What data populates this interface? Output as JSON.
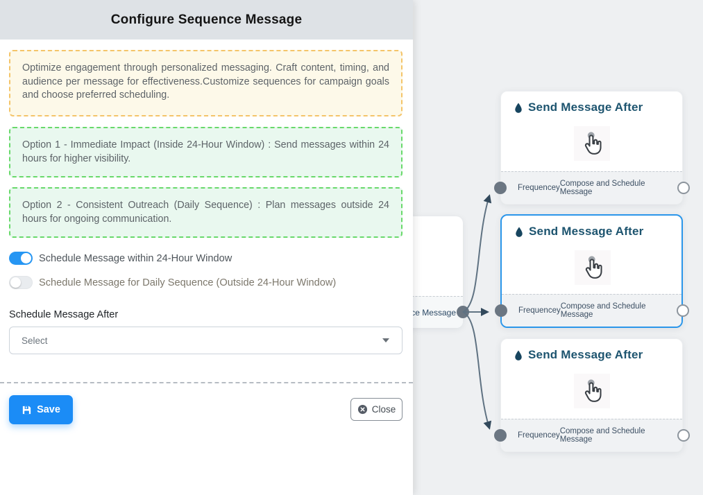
{
  "panel": {
    "title": "Configure Sequence Message",
    "intro_note": "Optimize engagement through personalized messaging. Craft content, timing, and audience per message for effectiveness.Customize sequences for campaign goals and choose preferred scheduling.",
    "option1_note": "Option 1 - Immediate Impact (Inside 24-Hour Window) : Send messages within 24 hours for higher visibility.",
    "option2_note": "Option 2 - Consistent Outreach (Daily Sequence) : Plan messages outside 24 hours for ongoing communication.",
    "toggle_within": {
      "label": "Schedule Message within 24-Hour Window",
      "state": "on"
    },
    "toggle_daily": {
      "label": "Schedule Message for Daily Sequence (Outside 24-Hour Window)",
      "state": "off"
    },
    "schedule_after": {
      "label": "Schedule Message After",
      "selected_value": "Select"
    },
    "save_label": "Save",
    "close_label": "Close"
  },
  "canvas": {
    "source_node": {
      "partial_footer_label": "ce Message"
    },
    "nodes": [
      {
        "title": "Send Message After",
        "footer_left": "Frequencey",
        "footer_right": "Compose and Schedule Message",
        "selected": false
      },
      {
        "title": "Send Message After",
        "footer_left": "Frequencey",
        "footer_right": "Compose and Schedule Message",
        "selected": true
      },
      {
        "title": "Send Message After",
        "footer_left": "Frequencey",
        "footer_right": "Compose and Schedule Message",
        "selected": false
      }
    ]
  },
  "colors": {
    "accent_blue": "#1b8cf6",
    "toggle_on_blue": "#2696f3",
    "selected_node_border": "#2a96ea",
    "node_title_navy": "#1d546f",
    "info_border_yellow": "#f4c469",
    "info_bg_yellow": "#fdf9e9",
    "option_border_green": "#68d96a",
    "option_bg_green": "#e9f8ef",
    "edge_gray": "#5f7282",
    "arrowhead_slate": "#32495c",
    "canvas_bg": "#eef0f2"
  }
}
